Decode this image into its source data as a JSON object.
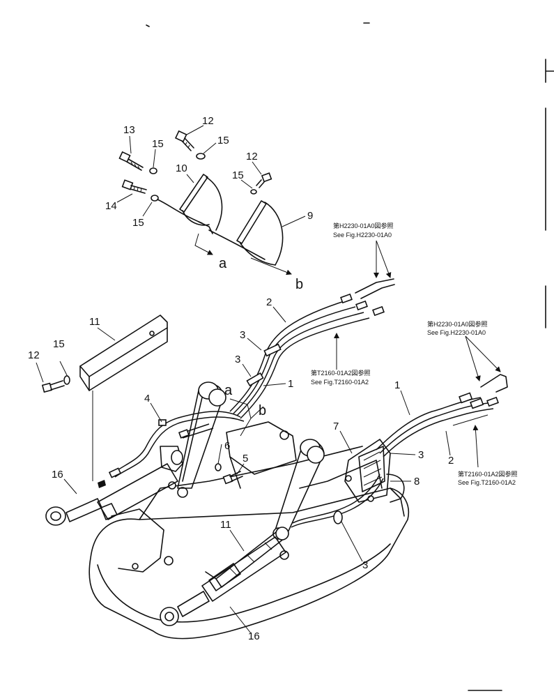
{
  "callouts": {
    "n13": "13",
    "n12a": "12",
    "n15a": "15",
    "n15b": "15",
    "n10": "10",
    "n12b": "12",
    "n15c": "15",
    "n14": "14",
    "n15d": "15",
    "n9": "9",
    "n2a": "2",
    "n3a": "3",
    "n3b": "3",
    "n1a": "1",
    "n11a": "11",
    "n12c": "12",
    "n15e": "15",
    "n4": "4",
    "n6": "6",
    "n5": "5",
    "n16a": "16",
    "n7": "7",
    "n1b": "1",
    "n3c": "3",
    "n8": "8",
    "n2b": "2",
    "n11b": "11",
    "n3d": "3",
    "n16b": "16"
  },
  "view_labels": {
    "a_top": "a",
    "b_top": "b",
    "a_main": "a",
    "b_main": "b"
  },
  "references": {
    "ref1_jp": "第H2230-01A0図参照",
    "ref1_en": "See Fig.H2230-01A0",
    "ref2_jp": "第T2160-01A2図参照",
    "ref2_en": "See Fig.T2160-01A2",
    "ref3_jp": "第H2230-01A0図参照",
    "ref3_en": "See Fig.H2230-01A0",
    "ref4_jp": "第T2160-01A2図参照",
    "ref4_en": "See Fig.T2160-01A2"
  }
}
